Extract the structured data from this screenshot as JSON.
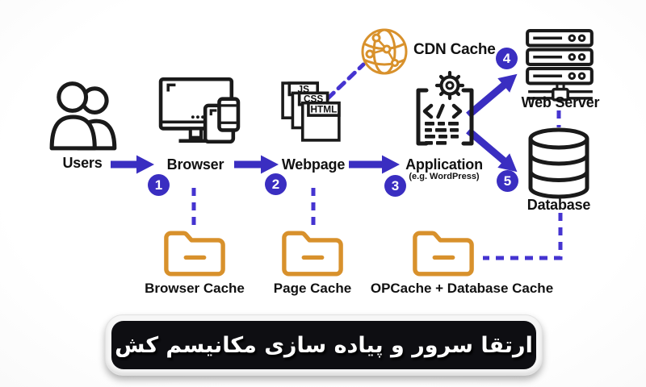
{
  "colors": {
    "accent_indigo": "#3a2ec1",
    "dashed_indigo": "#4534d0",
    "icon_orange": "#d8912c",
    "icon_ink": "#1a1a1a",
    "label_ink": "#111111",
    "banner_background": "#0e0e12",
    "banner_frame": "#f6f6f6",
    "banner_text_color": "#ffffff"
  },
  "flow": {
    "users": {
      "label": "Users",
      "icon": "users-icon"
    },
    "browser": {
      "label": "Browser",
      "icon": "browser-devices-icon"
    },
    "webpage": {
      "label": "Webpage",
      "icon": "stacked-files-icon",
      "files": [
        "JS",
        "CSS",
        "HTML"
      ]
    },
    "application": {
      "label": "Application",
      "sublabel": "(e.g. WordPress)",
      "icon": "code-document-gear-icon"
    },
    "cdn": {
      "label": "CDN Cache",
      "icon": "globe-network-icon"
    },
    "web_server": {
      "label": "Web Server",
      "icon": "server-rack-icon"
    },
    "database": {
      "label": "Database",
      "icon": "database-cylinder-icon"
    }
  },
  "steps": [
    "1",
    "2",
    "3",
    "4",
    "5"
  ],
  "caches": {
    "browser": {
      "label": "Browser Cache",
      "icon": "folder-icon"
    },
    "page": {
      "label": "Page Cache",
      "icon": "folder-icon"
    },
    "op": {
      "label": "OPCache + Database Cache",
      "icon": "folder-icon"
    }
  },
  "banner": {
    "text": "ارتقا سرور و پیاده سازی مکانیسم کش",
    "direction": "rtl"
  }
}
